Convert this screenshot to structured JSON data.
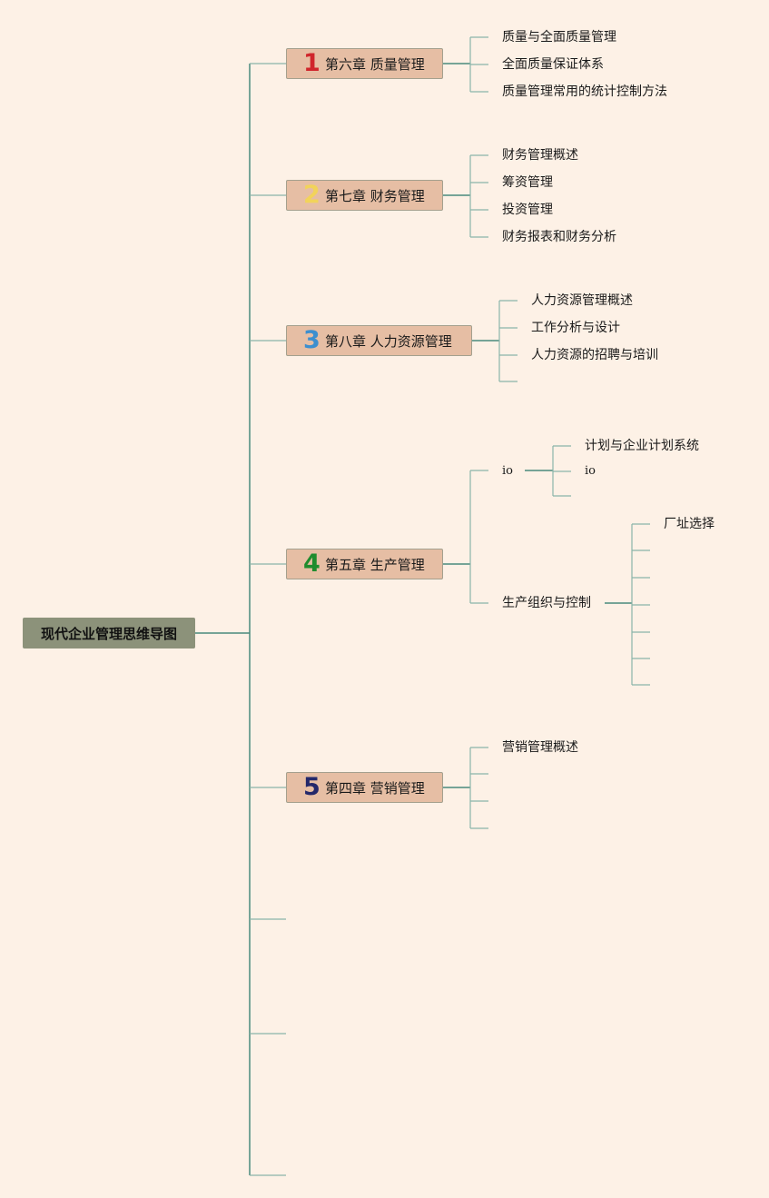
{
  "root": {
    "label": "现代企业管理思维导图"
  },
  "chapters": [
    {
      "number": "1",
      "number_color": "#d0262c",
      "label": "第六章 质量管理",
      "children": [
        "质量与全面质量管理",
        "全面质量保证体系",
        "质量管理常用的统计控制方法"
      ]
    },
    {
      "number": "2",
      "number_color": "#f2d35a",
      "label": "第七章 财务管理",
      "children": [
        "财务管理概述",
        "筹资管理",
        "投资管理",
        "财务报表和财务分析"
      ]
    },
    {
      "number": "3",
      "number_color": "#3d8fcf",
      "label": "第八章 人力资源管理",
      "children": [
        "人力资源管理概述",
        "工作分析与设计",
        "人力资源的招聘与培训"
      ]
    },
    {
      "number": "4",
      "number_color": "#1f8c2e",
      "label": "第五章 生产管理",
      "children": [
        {
          "label": "io",
          "children": [
            "计划与企业计划系统",
            "io"
          ]
        },
        {
          "label": "生产组织与控制",
          "children": [
            "厂址选择"
          ]
        }
      ]
    },
    {
      "number": "5",
      "number_color": "#24286a",
      "label": "第四章 营销管理",
      "children": [
        "营销管理概述"
      ]
    }
  ],
  "colors": {
    "trunk_line": "#4a8a7d",
    "branch_line": "#8ab5a9",
    "background": "#fdf1e6"
  }
}
